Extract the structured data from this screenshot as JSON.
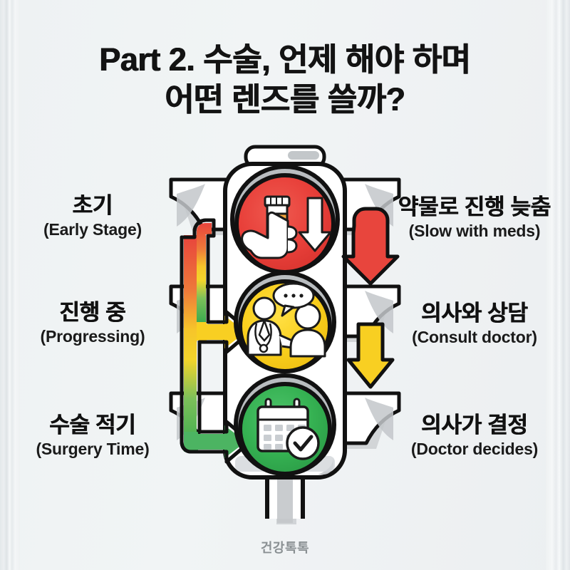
{
  "poster": {
    "background_color": "#eef1f2",
    "watermark": "건강톡톡"
  },
  "title": {
    "line1": "Part 2. 수술, 언제 해야 하며",
    "line2": "어떤 렌즈를 쓸까?"
  },
  "stages": [
    {
      "id": "red",
      "light_color": "#e8403a",
      "left_label_kr": "초기",
      "left_label_en": "(Early Stage)",
      "right_label_kr": "약물로 진행 늦춤",
      "right_label_en": "(Slow with meds)",
      "icon": "hand-holding-pill-bottle-down-arrow-icon"
    },
    {
      "id": "yellow",
      "light_color": "#f8d022",
      "left_label_kr": "진행 중",
      "left_label_en": "(Progressing)",
      "right_label_kr": "의사와 상담",
      "right_label_en": "(Consult doctor)",
      "icon": "doctor-patient-conversation-icon"
    },
    {
      "id": "green",
      "light_color": "#35b152",
      "left_label_kr": "수술 적기",
      "left_label_en": "(Surgery Time)",
      "right_label_kr": "의사가 결정",
      "right_label_en": "(Doctor decides)",
      "icon": "calendar-check-icon"
    }
  ],
  "arrows": {
    "left_spine": "gradient-red-yellow-green-spine-arrow",
    "left_branch_yellow": "yellow-right-arrow",
    "left_branch_green": "green-right-arrow",
    "right_red": "red-down-arrow",
    "right_yellow": "yellow-down-arrow"
  },
  "traffic_light": {
    "housing_color": "#ffffff",
    "outline_color": "#111111",
    "shadow_color": "#b9bdc0"
  }
}
